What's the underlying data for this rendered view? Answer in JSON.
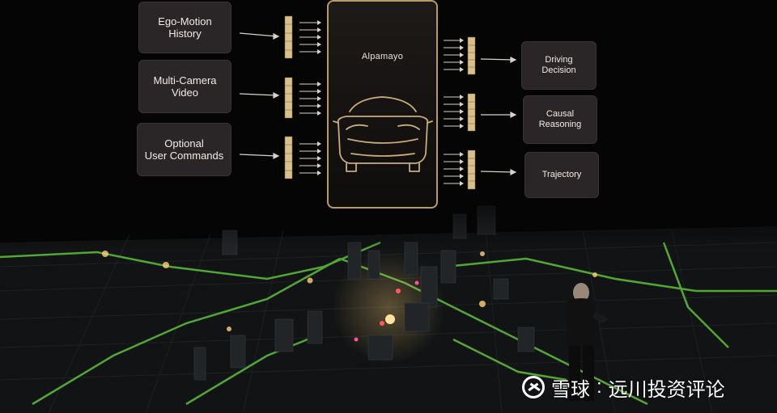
{
  "model_name": "Alpamayo",
  "inputs": [
    {
      "label": "Ego-Motion\nHistory"
    },
    {
      "label": "Multi-Camera\nVideo"
    },
    {
      "label": "Optional\nUser Commands"
    }
  ],
  "outputs": [
    {
      "label": "Driving\nDecision"
    },
    {
      "label": "Causal\nReasoning"
    },
    {
      "label": "Trajectory"
    }
  ],
  "watermark": {
    "platform": "雪球",
    "separator": ":",
    "account": "远川投资评论"
  },
  "colors": {
    "accent_gold": "#b79a6a",
    "box_fill": "#2a2526",
    "route_green": "#5ec13a",
    "token_gold": "#d9c08a"
  }
}
